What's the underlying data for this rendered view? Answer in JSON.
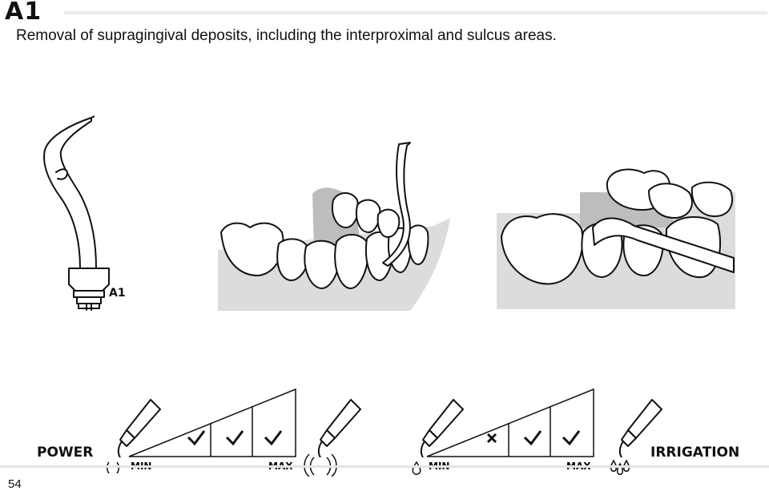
{
  "header": {
    "title": "A1",
    "description": "Removal of supragingival deposits, including the interproximal and sulcus areas."
  },
  "tip": {
    "label": "A1"
  },
  "power": {
    "label": "POWER",
    "min_label": "MIN",
    "max_label": "MAX",
    "settings": [
      "check",
      "check",
      "check"
    ]
  },
  "irrigation": {
    "label": "IRRIGATION",
    "min_label": "MIN",
    "max_label": "MAX",
    "settings": [
      "cross",
      "check",
      "check"
    ]
  },
  "footer": {
    "page_number": "54"
  },
  "colors": {
    "gum": "#dcdcdc",
    "shadow": "#bebebe",
    "ink": "#111111",
    "rule": "#ebebeb"
  }
}
